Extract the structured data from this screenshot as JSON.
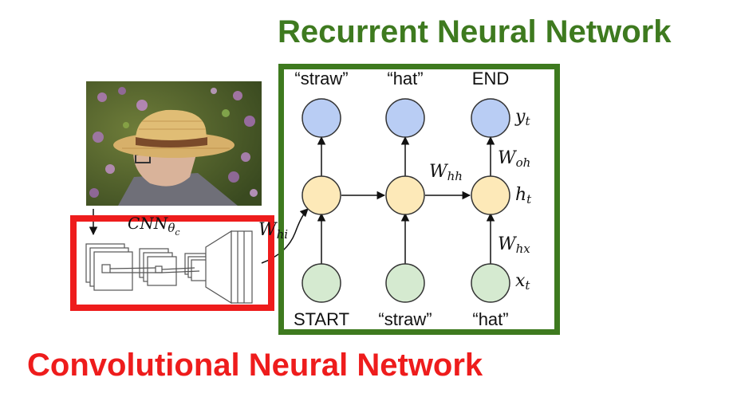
{
  "titles": {
    "rnn": "Recurrent Neural Network",
    "cnn": "Convolutional Neural Network"
  },
  "colors": {
    "rnn_accent": "#3e7a1f",
    "cnn_accent": "#ee1c1c",
    "output_node": "#b9cdf4",
    "hidden_node": "#fde9b8",
    "input_node": "#d5ead0",
    "node_stroke": "#333333"
  },
  "rnn": {
    "output_words": [
      "“straw”",
      "“hat”",
      "END"
    ],
    "input_words": [
      "START",
      "“straw”",
      "“hat”"
    ],
    "labels": {
      "y_main": "y",
      "y_sub": "t",
      "h_main": "h",
      "h_sub": "t",
      "x_main": "x",
      "x_sub": "t",
      "whh_main": "W",
      "whh_sub": "hh",
      "woh_main": "W",
      "woh_sub": "oh",
      "whx_main": "W",
      "whx_sub": "hx",
      "whi_main": "W",
      "whi_sub": "hi"
    }
  },
  "cnn": {
    "label_main": "CNN",
    "label_sub": "θ",
    "label_subsub": "c"
  },
  "image": {
    "icon": "man-in-straw-hat-photo"
  }
}
